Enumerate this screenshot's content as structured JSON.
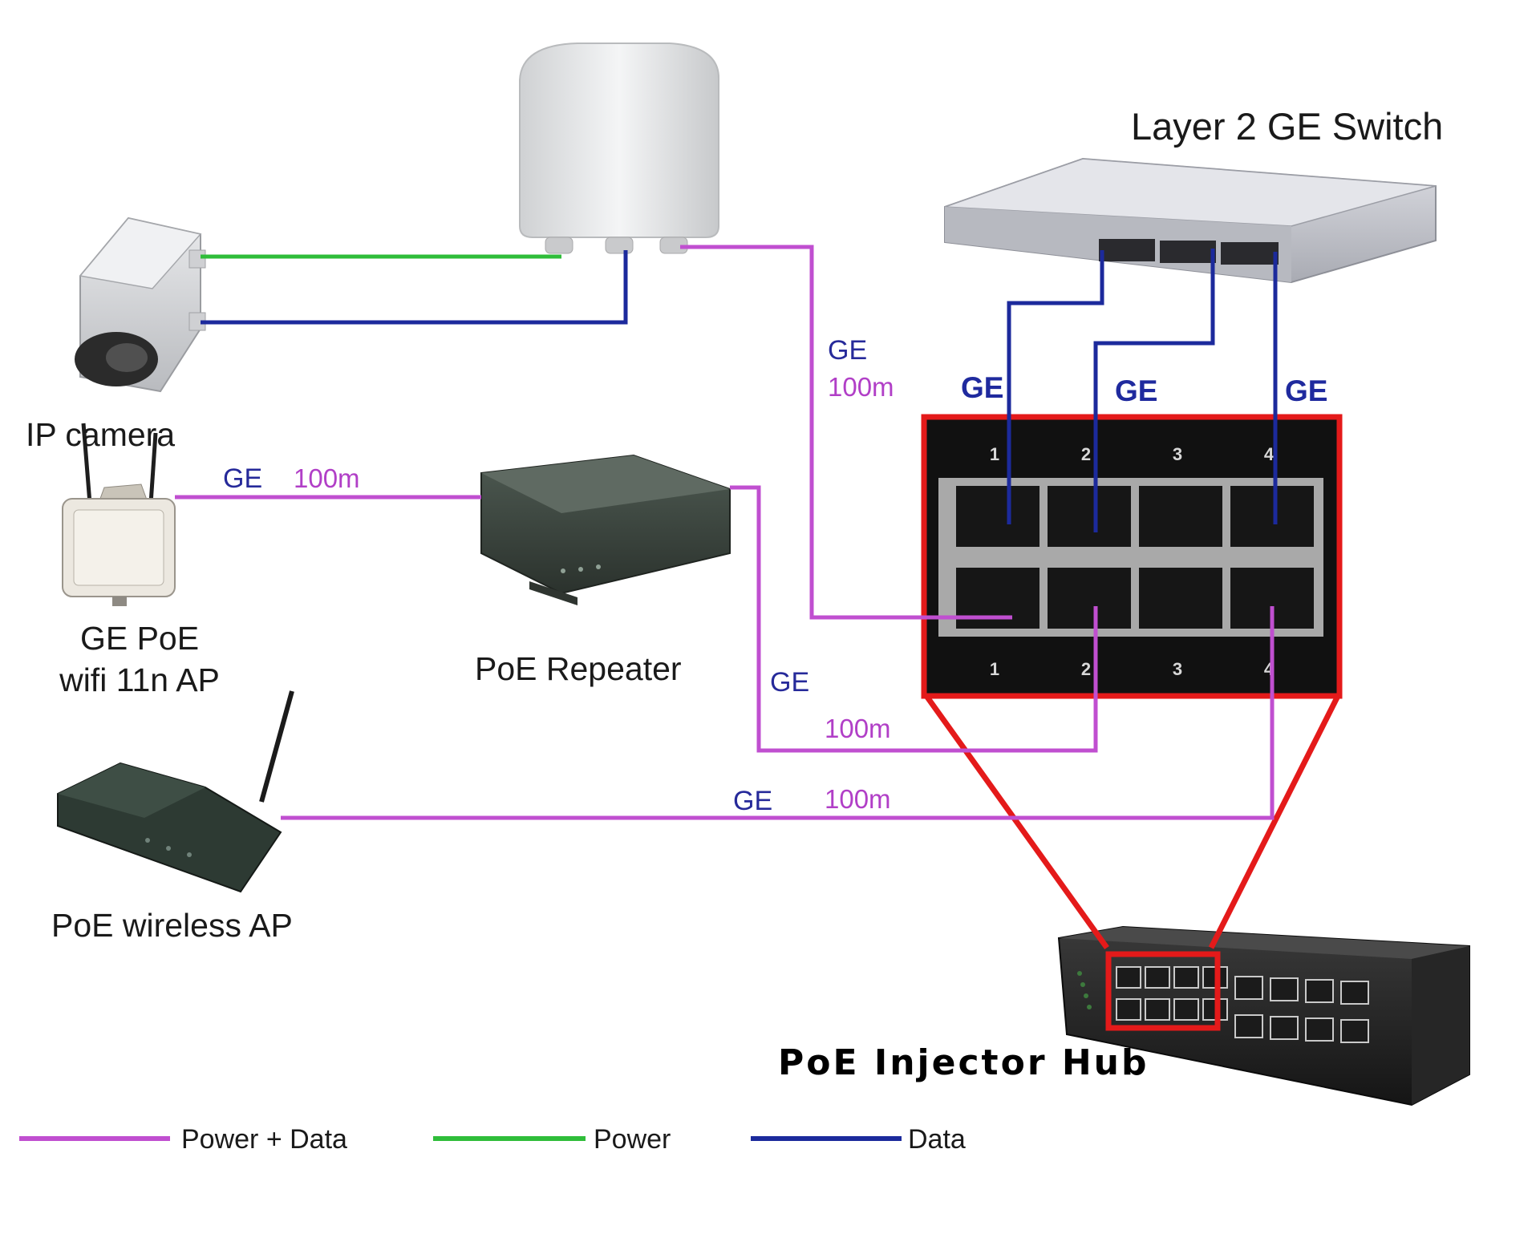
{
  "devices": {
    "switch_label": "Layer 2 GE Switch",
    "camera_label": "IP camera",
    "ap_label_line1": "GE PoE",
    "ap_label_line2": "wifi 11n AP",
    "repeater_label": "PoE Repeater",
    "wireless_ap_label": "PoE wireless AP",
    "hub_label": "PoE Injector Hub"
  },
  "links": {
    "outdoor_ge": "GE",
    "outdoor_dist": "100m",
    "ap_ge": "GE",
    "ap_dist": "100m",
    "repeater_ge": "GE",
    "repeater_dist": "100m",
    "wireless_ge": "GE",
    "wireless_dist": "100m",
    "switch_ge_1": "GE",
    "switch_ge_2": "GE",
    "switch_ge_3": "GE"
  },
  "panel": {
    "top_ports": [
      "1",
      "2",
      "3",
      "4"
    ],
    "bottom_ports": [
      "1",
      "2",
      "3",
      "4"
    ]
  },
  "legend": [
    {
      "label": "Power + Data",
      "color": "#c04fd0"
    },
    {
      "label": "Power",
      "color": "#2fbd3a"
    },
    {
      "label": "Data",
      "color": "#1c2a9c"
    }
  ],
  "colors": {
    "power_data": "#c04fd0",
    "power": "#2fbd3a",
    "data": "#1c2a9c",
    "highlight": "#e41a1a"
  }
}
